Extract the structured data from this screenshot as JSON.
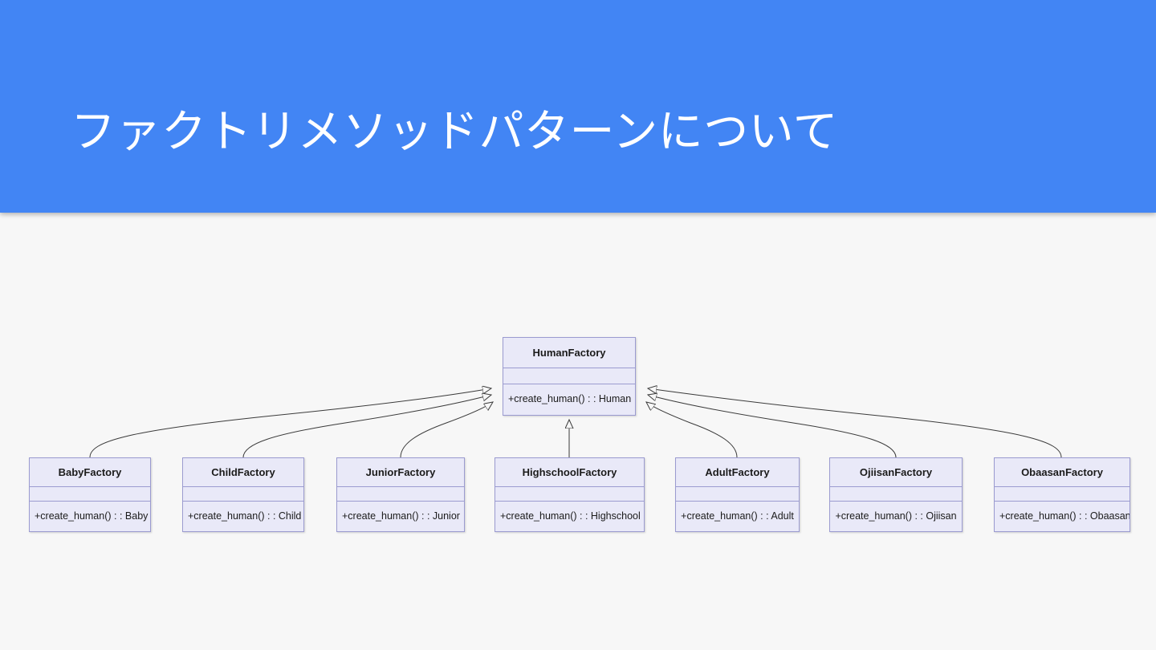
{
  "slide": {
    "title": "ファクトリメソッドパターンについて",
    "banner_color": "#4285f4",
    "background_color": "#f7f7f7",
    "title_color": "#ffffff"
  },
  "diagram": {
    "type": "uml-class-diagram",
    "relationship": "generalization",
    "box_fill": "#e9e9f8",
    "box_border": "#9b9bd0",
    "line_color": "#3a3a3a",
    "parent": {
      "name": "HumanFactory",
      "attributes": "",
      "operation": "+create_human() : : Human"
    },
    "children": [
      {
        "name": "BabyFactory",
        "attributes": "",
        "operation": "+create_human() : : Baby"
      },
      {
        "name": "ChildFactory",
        "attributes": "",
        "operation": "+create_human() : : Child"
      },
      {
        "name": "JuniorFactory",
        "attributes": "",
        "operation": "+create_human() : : Junior"
      },
      {
        "name": "HighschoolFactory",
        "attributes": "",
        "operation": "+create_human() : : Highschool"
      },
      {
        "name": "AdultFactory",
        "attributes": "",
        "operation": "+create_human() : : Adult"
      },
      {
        "name": "OjiisanFactory",
        "attributes": "",
        "operation": "+create_human() : : Ojiisan"
      },
      {
        "name": "ObaasanFactory",
        "attributes": "",
        "operation": "+create_human() : : Obaasan"
      }
    ]
  }
}
